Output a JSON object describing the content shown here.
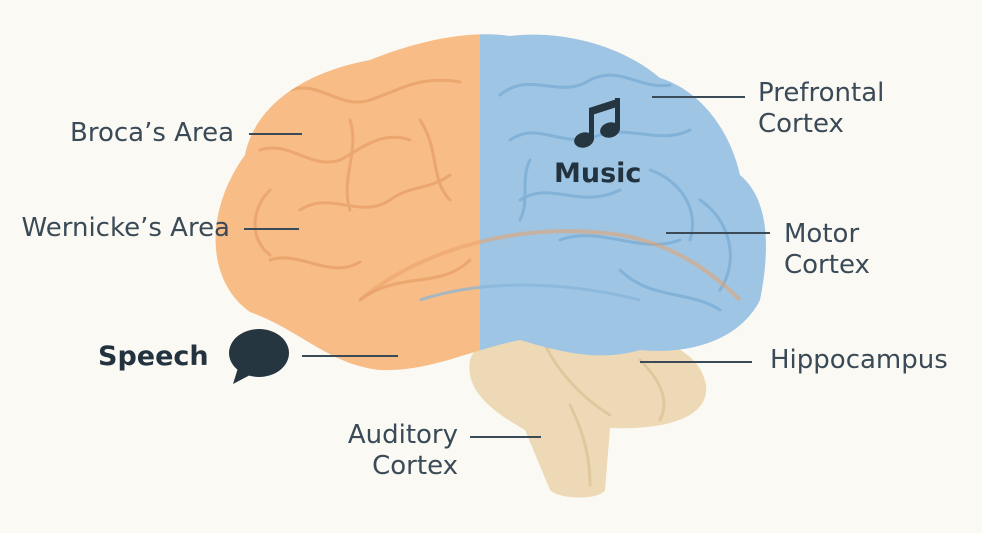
{
  "colors": {
    "background": "#FBF9F3",
    "left_hemisphere": "#F8BC86",
    "right_hemisphere": "#9EC5E4",
    "brainstem": "#EED9B6",
    "leader_line": "#3A4A57",
    "icon": "#263640"
  },
  "labels": {
    "brocas_area": "Broca’s Area",
    "wernickes_area": "Wernicke’s Area",
    "speech": "Speech",
    "auditory_cortex": [
      "Auditory",
      "Cortex"
    ],
    "music": "Music",
    "prefrontal_cortex": [
      "Prefrontal",
      "Cortex"
    ],
    "motor_cortex": [
      "Motor",
      "Cortex"
    ],
    "hippocampus": "Hippocampus"
  },
  "icons": {
    "speech": "speech-bubble-icon",
    "music": "music-note-icon"
  }
}
